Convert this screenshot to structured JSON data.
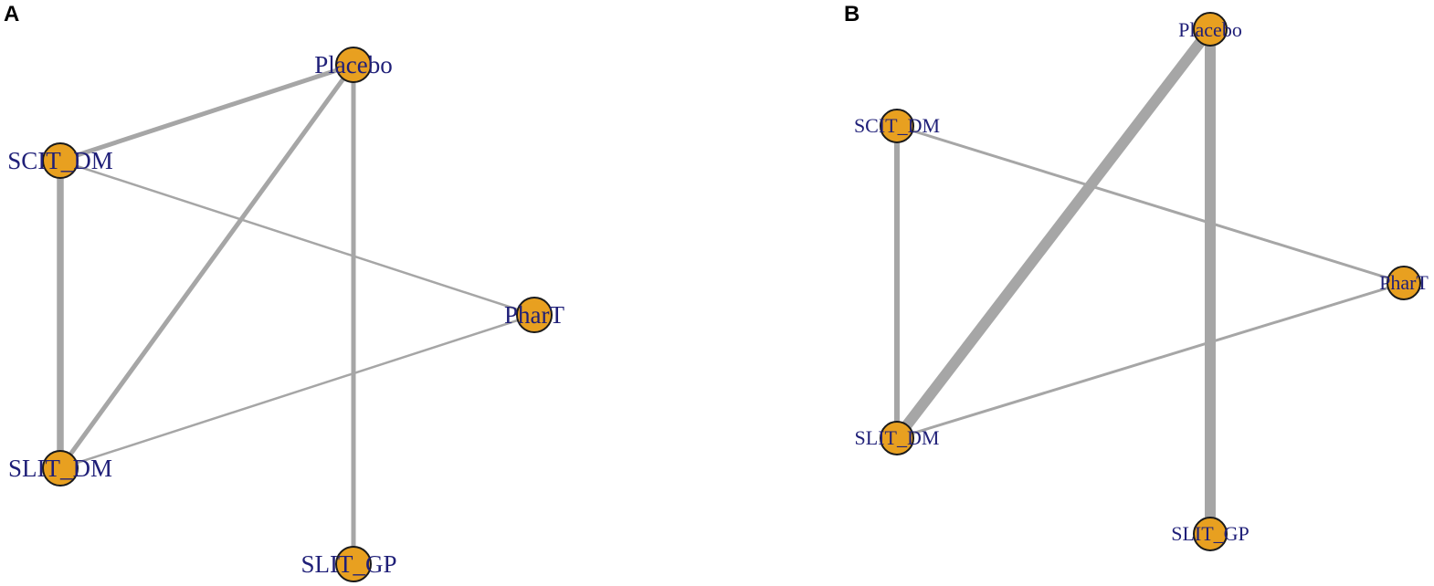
{
  "colors": {
    "edge": "#a6a6a6",
    "node_fill": "#e8a020",
    "node_stroke": "#1a1a1a",
    "label": "#1f1f78"
  },
  "panels": [
    {
      "letter": "A",
      "nodes": [
        {
          "id": "placebo",
          "label": "Placebo"
        },
        {
          "id": "scit",
          "label": "SCIT_DM"
        },
        {
          "id": "phart",
          "label": "PharT"
        },
        {
          "id": "slitdm",
          "label": "SLIT_DM"
        },
        {
          "id": "slitgp",
          "label": "SLIT_GP"
        }
      ],
      "edges": [
        {
          "from": "placebo",
          "to": "scit",
          "weight": 2
        },
        {
          "from": "placebo",
          "to": "slitdm",
          "weight": 2
        },
        {
          "from": "placebo",
          "to": "slitgp",
          "weight": 2
        },
        {
          "from": "scit",
          "to": "slitdm",
          "weight": 3
        },
        {
          "from": "scit",
          "to": "phart",
          "weight": 1
        },
        {
          "from": "slitdm",
          "to": "phart",
          "weight": 1
        }
      ]
    },
    {
      "letter": "B",
      "nodes": [
        {
          "id": "placebo",
          "label": "Placebo"
        },
        {
          "id": "scit",
          "label": "SCIT_DM"
        },
        {
          "id": "phart",
          "label": "PharT"
        },
        {
          "id": "slitdm",
          "label": "SLIT_DM"
        },
        {
          "id": "slitgp",
          "label": "SLIT_GP"
        }
      ],
      "edges": [
        {
          "from": "placebo",
          "to": "slitdm",
          "weight": 4
        },
        {
          "from": "placebo",
          "to": "slitgp",
          "weight": 4
        },
        {
          "from": "scit",
          "to": "slitdm",
          "weight": 2
        },
        {
          "from": "scit",
          "to": "phart",
          "weight": 1
        },
        {
          "from": "slitdm",
          "to": "phart",
          "weight": 1
        }
      ]
    }
  ]
}
